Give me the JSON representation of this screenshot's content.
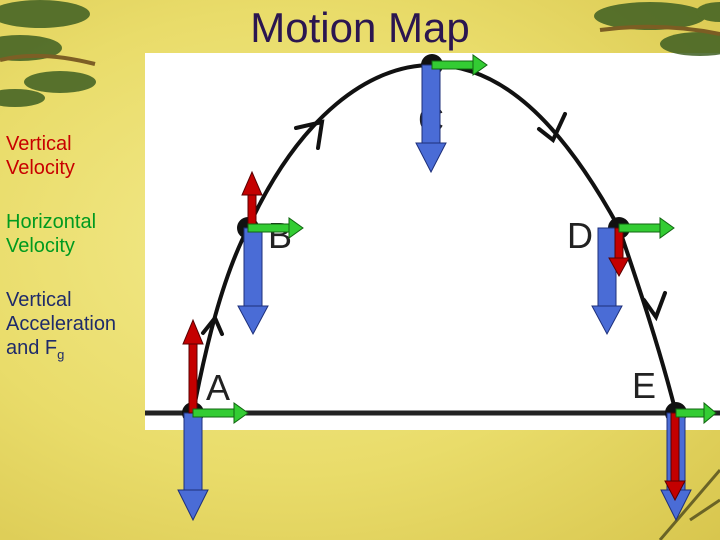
{
  "title": "Motion Map",
  "legend": {
    "vertical_velocity": [
      "Vertical",
      "Velocity"
    ],
    "horizontal_velocity": [
      "Horizontal",
      "Velocity"
    ],
    "vertical_acceleration": [
      "Vertical",
      "Acceleration",
      "and F",
      "g"
    ]
  },
  "points": {
    "a": "A",
    "b": "B",
    "c": "C",
    "d": "D",
    "e": "E"
  },
  "colors": {
    "vertical_velocity": "#c40000",
    "horizontal_velocity": "#33cc33",
    "acceleration": "#4a6cd6",
    "background": "#eee27a",
    "title": "#2b1650"
  }
}
